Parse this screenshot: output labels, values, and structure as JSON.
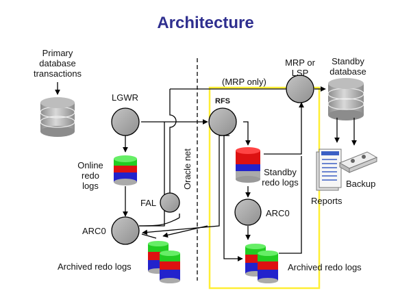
{
  "title": "Architecture",
  "labels": {
    "primary_db": [
      "Primary",
      "database",
      "transactions"
    ],
    "lgwr": "LGWR",
    "online_logs": [
      "Online",
      "redo",
      "logs"
    ],
    "fal": "FAL",
    "arc0_primary": "ARC0",
    "archived_primary": "Archived redo logs",
    "oracle_net": "Oracle net",
    "mrp_only": "(MRP only)",
    "rfs": "RFS",
    "mrp_lsp": [
      "MRP or",
      "LSP"
    ],
    "standby_db": [
      "Standby",
      "database"
    ],
    "standby_logs": [
      "Standby",
      "redo logs"
    ],
    "arc0_standby": "ARC0",
    "archived_standby": "Archived redo logs",
    "reports": "Reports",
    "backup": "Backup"
  },
  "colors": {
    "title": "#2f2f8f",
    "standby_box": "#ffee33",
    "process_fill": "#a9a9a9",
    "log_green": "#22cc22",
    "log_red": "#dd1111",
    "log_blue": "#2222cc"
  }
}
